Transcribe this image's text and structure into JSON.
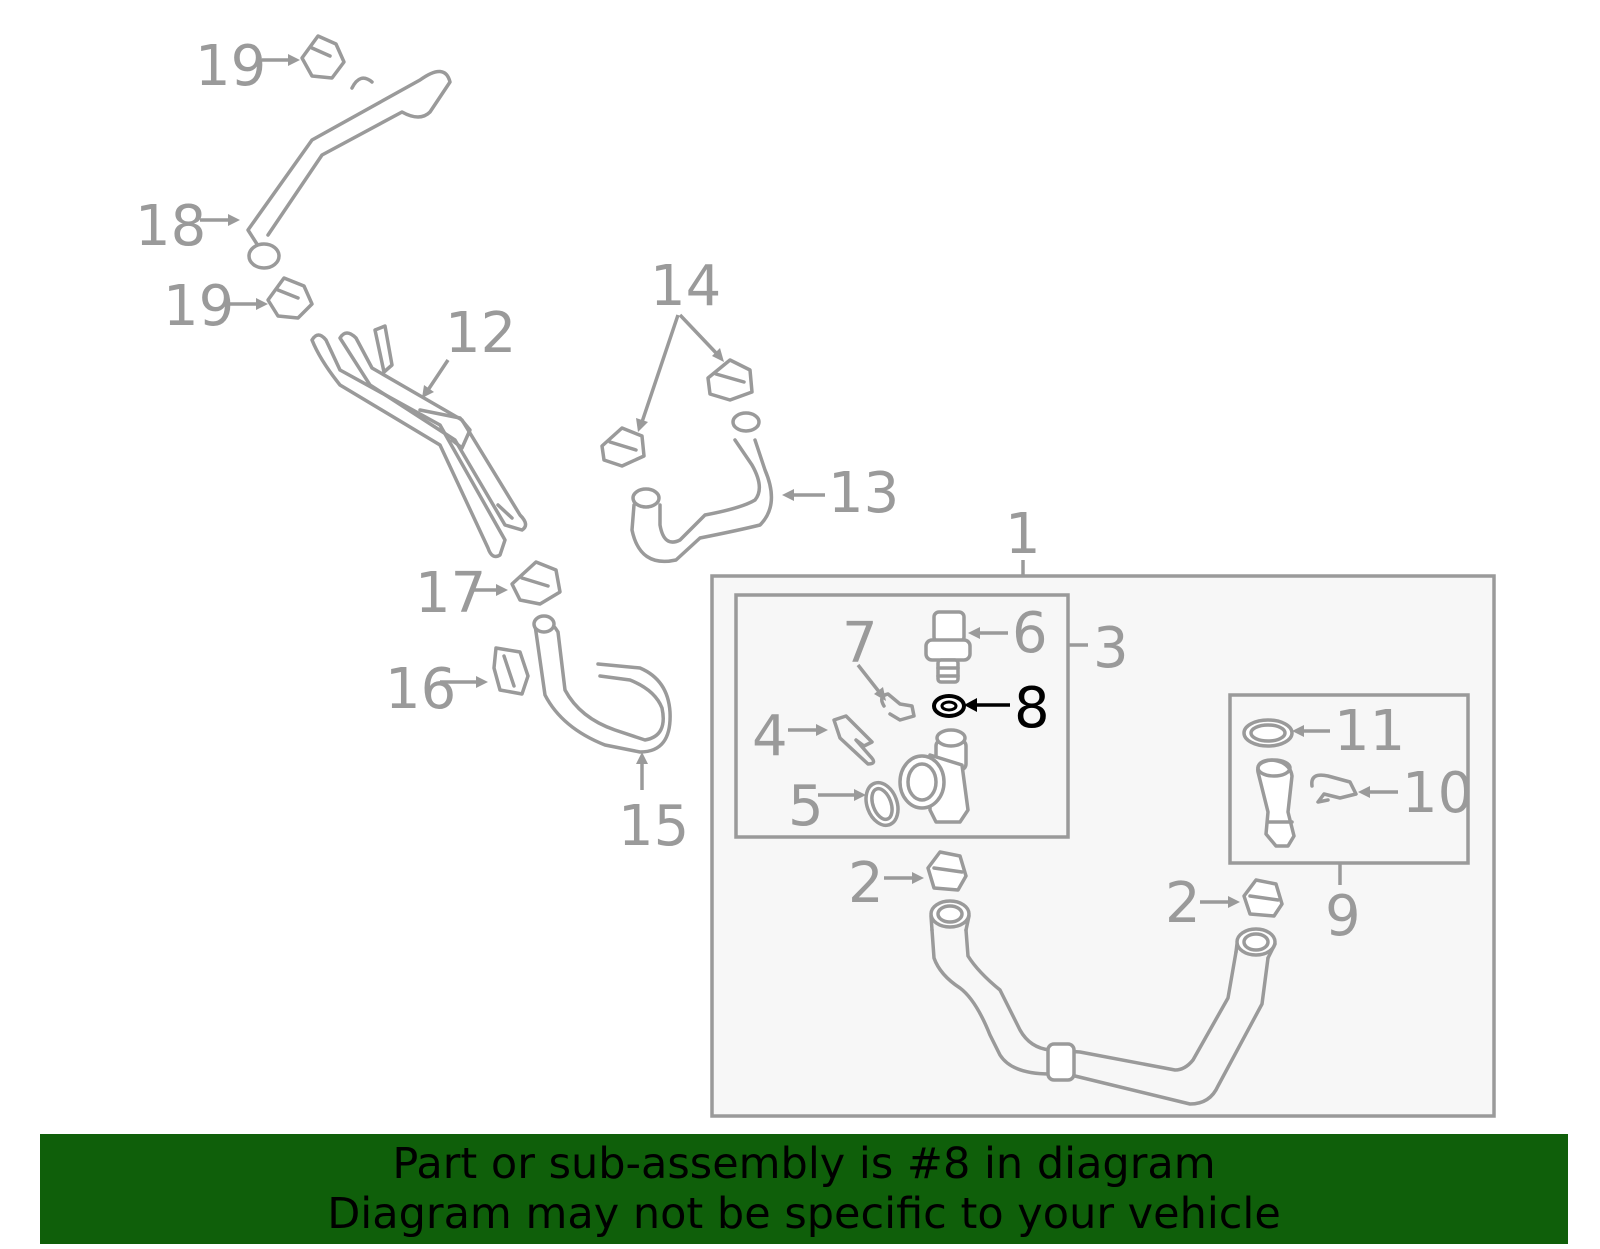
{
  "diagram": {
    "callouts": {
      "c1": "1",
      "c2a": "2",
      "c2b": "2",
      "c3": "3",
      "c4": "4",
      "c5": "5",
      "c6": "6",
      "c7": "7",
      "c8": "8",
      "c9": "9",
      "c10": "10",
      "c11": "11",
      "c12": "12",
      "c13": "13",
      "c14": "14",
      "c15": "15",
      "c16": "16",
      "c17": "17",
      "c18": "18",
      "c19a": "19",
      "c19b": "19"
    },
    "highlighted_part": "8"
  },
  "colors": {
    "banner_bg": "#0f5f0a",
    "line": "#9a9a9a",
    "highlight": "#000000"
  },
  "banner": {
    "line1": "Part or sub-assembly is #8 in diagram",
    "line2": "Diagram may not be specific to your vehicle"
  }
}
